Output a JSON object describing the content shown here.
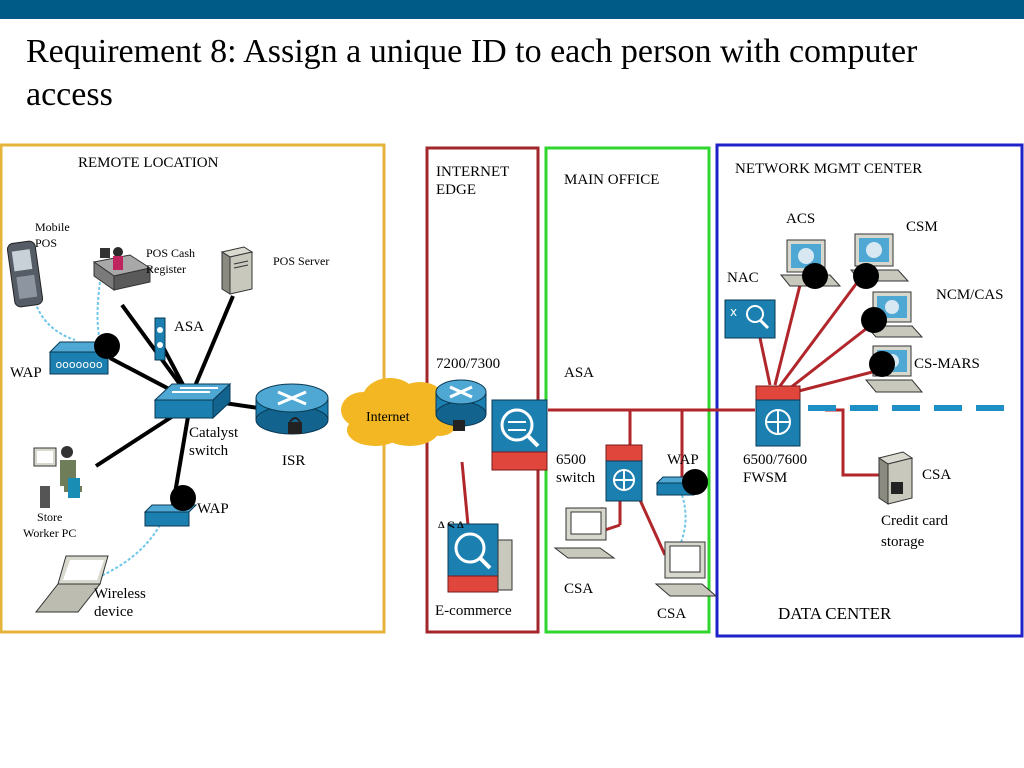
{
  "title": "Requirement 8: Assign a unique ID to each person with computer access",
  "colors": {
    "topbar": "#005b86",
    "remote_box": "#e5b33a",
    "edge_box": "#a3272a",
    "main_box": "#2ed62e",
    "dc_box": "#1e22c8",
    "link": "#b1262a",
    "device_blue": "#1b7fb0",
    "firewall_red": "#e0463c",
    "internet_cloud": "#f2b722",
    "dashed": "#1e8fc4"
  },
  "zones": {
    "remote": "REMOTE LOCATION",
    "edge": "INTERNET\nEDGE",
    "main": "MAIN OFFICE",
    "nmc": "NETWORK MGMT CENTER",
    "dc": "DATA CENTER"
  },
  "labels": {
    "mobile_pos": "Mobile\nPOS",
    "pos_cash": "POS Cash\nRegister",
    "pos_server": "POS Server",
    "remote_asa": "ASA",
    "remote_wap": "WAP",
    "catalyst": "Catalyst\nswitch",
    "isr": "ISR",
    "internet": "Internet",
    "store_pc": "Store\nWorker PC",
    "wap2": "WAP",
    "wireless": "Wireless\ndevice",
    "router_7200": "7200/7300",
    "edge_asa": "ASA",
    "ecommerce": "E-commerce",
    "main_asa": "ASA",
    "switch_6500": "6500\nswitch",
    "main_wap": "WAP",
    "csa_a": "CSA",
    "csa_b": "CSA",
    "acs": "ACS",
    "csm": "CSM",
    "nac": "NAC",
    "ncm": "NCM/CAS",
    "csmars": "CS-MARS",
    "fwsm": "6500/7600\nFWSM",
    "dc_csa": "CSA",
    "credit": "Credit  card\nstorage"
  }
}
